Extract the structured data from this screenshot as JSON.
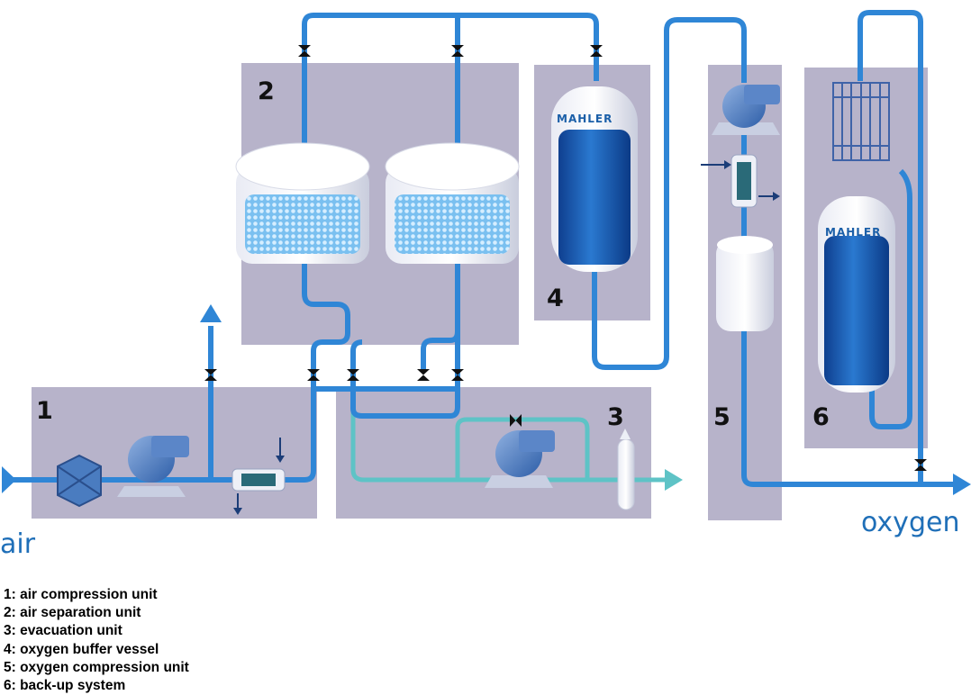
{
  "units": [
    {
      "number": "1",
      "name": "air compression unit"
    },
    {
      "number": "2",
      "name": "air separation unit"
    },
    {
      "number": "3",
      "name": "evacuation unit"
    },
    {
      "number": "4",
      "name": "oxygen buffer vessel"
    },
    {
      "number": "5",
      "name": "oxygen compression unit"
    },
    {
      "number": "6",
      "name": "back-up system"
    }
  ],
  "labels": {
    "air": "air",
    "oxygen": "oxygen"
  },
  "brand": "MAHLER",
  "legend": [
    "1: air compression unit",
    "2: air separation unit",
    "3: evacuation unit",
    "4: oxygen buffer vessel",
    "5: oxygen compression unit",
    "6: back-up system"
  ],
  "colors": {
    "panel": "#b5b1c8",
    "pipe_blue": "#2f86d6",
    "pipe_teal": "#5ec3c6",
    "label_blue": "#1f6fb8",
    "equipment_blue": "#4a7cc0"
  },
  "icons": [
    "filter-icon",
    "compressor-icon",
    "valve-icon",
    "heat-exchanger-icon",
    "adsorber-vessel-icon",
    "vacuum-pump-icon",
    "silencer-icon",
    "buffer-tank-icon",
    "cooler-icon",
    "oxygen-receiver-icon",
    "cylinder-bundle-icon",
    "flow-arrow-icon"
  ]
}
